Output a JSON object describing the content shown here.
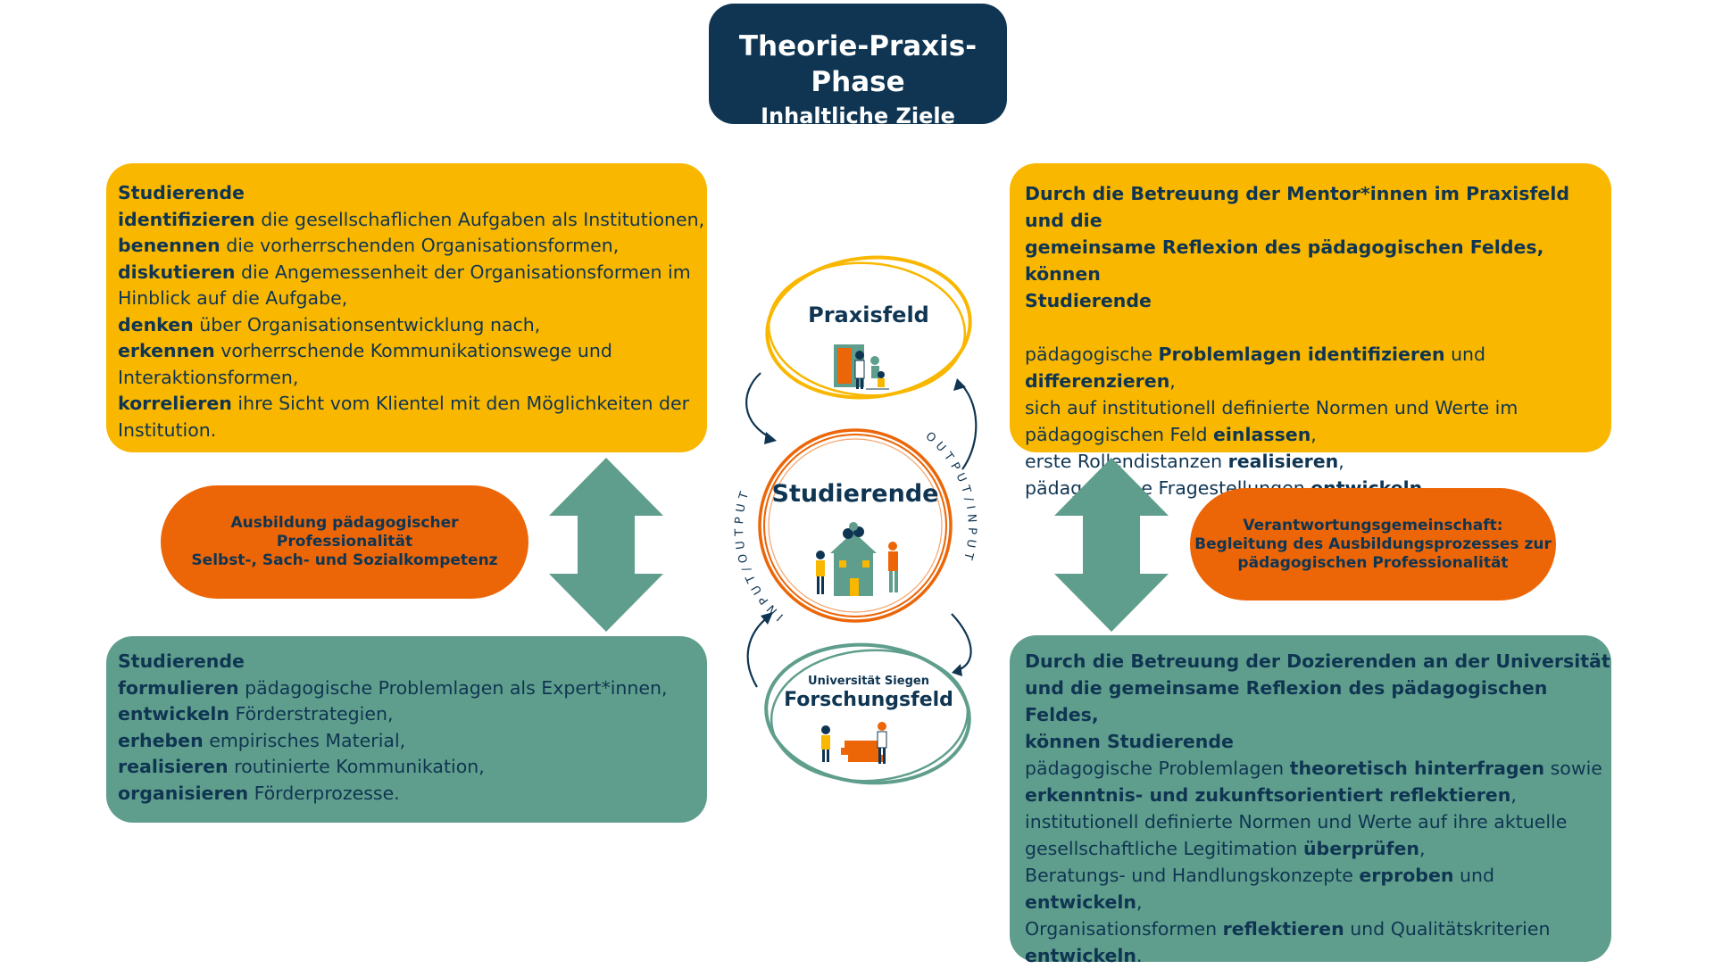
{
  "title": {
    "main": "Theorie-Praxis-Phase",
    "sub": "Inhaltliche Ziele"
  },
  "top_left": {
    "lines": [
      [
        {
          "t": "Studierende",
          "b": true
        }
      ],
      [
        {
          "t": "identifizieren",
          "b": true
        },
        {
          "t": " die gesellschaflichen Aufgaben als Institutionen,",
          "b": false
        }
      ],
      [
        {
          "t": "benennen",
          "b": true
        },
        {
          "t": " die vorherrschenden Organisationsformen,",
          "b": false
        }
      ],
      [
        {
          "t": "diskutieren",
          "b": true
        },
        {
          "t": " die Angemessenheit der Organisationsformen im",
          "b": false
        }
      ],
      [
        {
          "t": "Hinblick auf die Aufgabe,",
          "b": false
        }
      ],
      [
        {
          "t": "denken",
          "b": true
        },
        {
          "t": " über Organisationsentwicklung nach,",
          "b": false
        }
      ],
      [
        {
          "t": "erkennen",
          "b": true
        },
        {
          "t": " vorherrschende Kommunikationswege und",
          "b": false
        }
      ],
      [
        {
          "t": "Interaktionsformen,",
          "b": false
        }
      ],
      [
        {
          "t": "korrelieren",
          "b": true
        },
        {
          "t": " ihre Sicht vom Klientel mit den Möglichkeiten der",
          "b": false
        }
      ],
      [
        {
          "t": "Institution.",
          "b": false
        }
      ]
    ]
  },
  "top_right": {
    "lines": [
      [
        {
          "t": "Durch die Betreuung der Mentor*innen im Praxisfeld und die",
          "b": true
        }
      ],
      [
        {
          "t": "gemeinsame Reflexion des pädagogischen Feldes, können",
          "b": true
        }
      ],
      [
        {
          "t": "Studierende",
          "b": true
        }
      ],
      [
        {
          "t": "",
          "b": false
        }
      ],
      [
        {
          "t": "pädagogische ",
          "b": false
        },
        {
          "t": "Problemlagen identifizieren",
          "b": true
        },
        {
          "t": " und",
          "b": false
        }
      ],
      [
        {
          "t": "differenzieren",
          "b": true
        },
        {
          "t": ",",
          "b": false
        }
      ],
      [
        {
          "t": "sich auf institutionell definierte Normen und Werte im",
          "b": false
        }
      ],
      [
        {
          "t": "pädagogischen Feld ",
          "b": false
        },
        {
          "t": "einlassen",
          "b": true
        },
        {
          "t": ",",
          "b": false
        }
      ],
      [
        {
          "t": "erste Rollendistanzen ",
          "b": false
        },
        {
          "t": "realisieren",
          "b": true
        },
        {
          "t": ",",
          "b": false
        }
      ],
      [
        {
          "t": "pädagogische Fragestellungen ",
          "b": false
        },
        {
          "t": "entwickeln",
          "b": true
        },
        {
          "t": ".",
          "b": false
        }
      ]
    ]
  },
  "bottom_left": {
    "lines": [
      [
        {
          "t": "Studierende",
          "b": true
        }
      ],
      [
        {
          "t": "formulieren",
          "b": true
        },
        {
          "t": " pädagogische Problemlagen als Expert*innen,",
          "b": false
        }
      ],
      [
        {
          "t": "entwickeln",
          "b": true
        },
        {
          "t": " Förderstrategien,",
          "b": false
        }
      ],
      [
        {
          "t": "erheben",
          "b": true
        },
        {
          "t": " empirisches Material,",
          "b": false
        }
      ],
      [
        {
          "t": "realisieren",
          "b": true
        },
        {
          "t": " routinierte Kommunikation,",
          "b": false
        }
      ],
      [
        {
          "t": "organisieren",
          "b": true
        },
        {
          "t": " Förderprozesse.",
          "b": false
        }
      ]
    ]
  },
  "bottom_right": {
    "lines": [
      [
        {
          "t": "Durch die Betreuung der Dozierenden an der Universität",
          "b": true
        }
      ],
      [
        {
          "t": "und die gemeinsame Reflexion des pädagogischen Feldes,",
          "b": true
        }
      ],
      [
        {
          "t": "können Studierende",
          "b": true
        }
      ],
      [
        {
          "t": "pädagogische Problemlagen ",
          "b": false
        },
        {
          "t": "theoretisch hinterfragen",
          "b": true
        },
        {
          "t": " sowie",
          "b": false
        }
      ],
      [
        {
          "t": "erkenntnis- und zukunftsorientiert reflektieren",
          "b": true
        },
        {
          "t": ",",
          "b": false
        }
      ],
      [
        {
          "t": "institutionell definierte Normen und Werte auf ihre aktuelle",
          "b": false
        }
      ],
      [
        {
          "t": "gesellschaftliche Legitimation ",
          "b": false
        },
        {
          "t": "überprüfen",
          "b": true
        },
        {
          "t": ",",
          "b": false
        }
      ],
      [
        {
          "t": "Beratungs- und Handlungskonzepte ",
          "b": false
        },
        {
          "t": "erproben",
          "b": true
        },
        {
          "t": " und",
          "b": false
        }
      ],
      [
        {
          "t": "entwickeln",
          "b": true
        },
        {
          "t": ",",
          "b": false
        }
      ],
      [
        {
          "t": "Organisationsformen ",
          "b": false
        },
        {
          "t": "reflektieren",
          "b": true
        },
        {
          "t": " und Qualitätskriterien",
          "b": false
        }
      ],
      [
        {
          "t": "entwickeln",
          "b": true
        },
        {
          "t": ".",
          "b": false
        }
      ]
    ]
  },
  "pill_left": {
    "line1": "Ausbildung pädagogischer Professionalität",
    "line2": "Selbst-, Sach- und Sozialkompetenz"
  },
  "pill_right": {
    "line1": "Verantwortungsgemeinschaft:",
    "line2": "Begleitung des Ausbildungsprozesses zur",
    "line3": "pädagogischen Professionalität"
  },
  "center": {
    "praxisfeld": "Praxisfeld",
    "studierende": "Studierende",
    "uni": "Universität Siegen",
    "forschungsfeld": "Forschungsfeld",
    "ring_left": "INPUT/OUTPUT",
    "ring_right": "OUTPUT/INPUT"
  },
  "colors": {
    "navy": "#0f3552",
    "yellow": "#f9b700",
    "green": "#5f9e8c",
    "orange": "#ec6608"
  }
}
